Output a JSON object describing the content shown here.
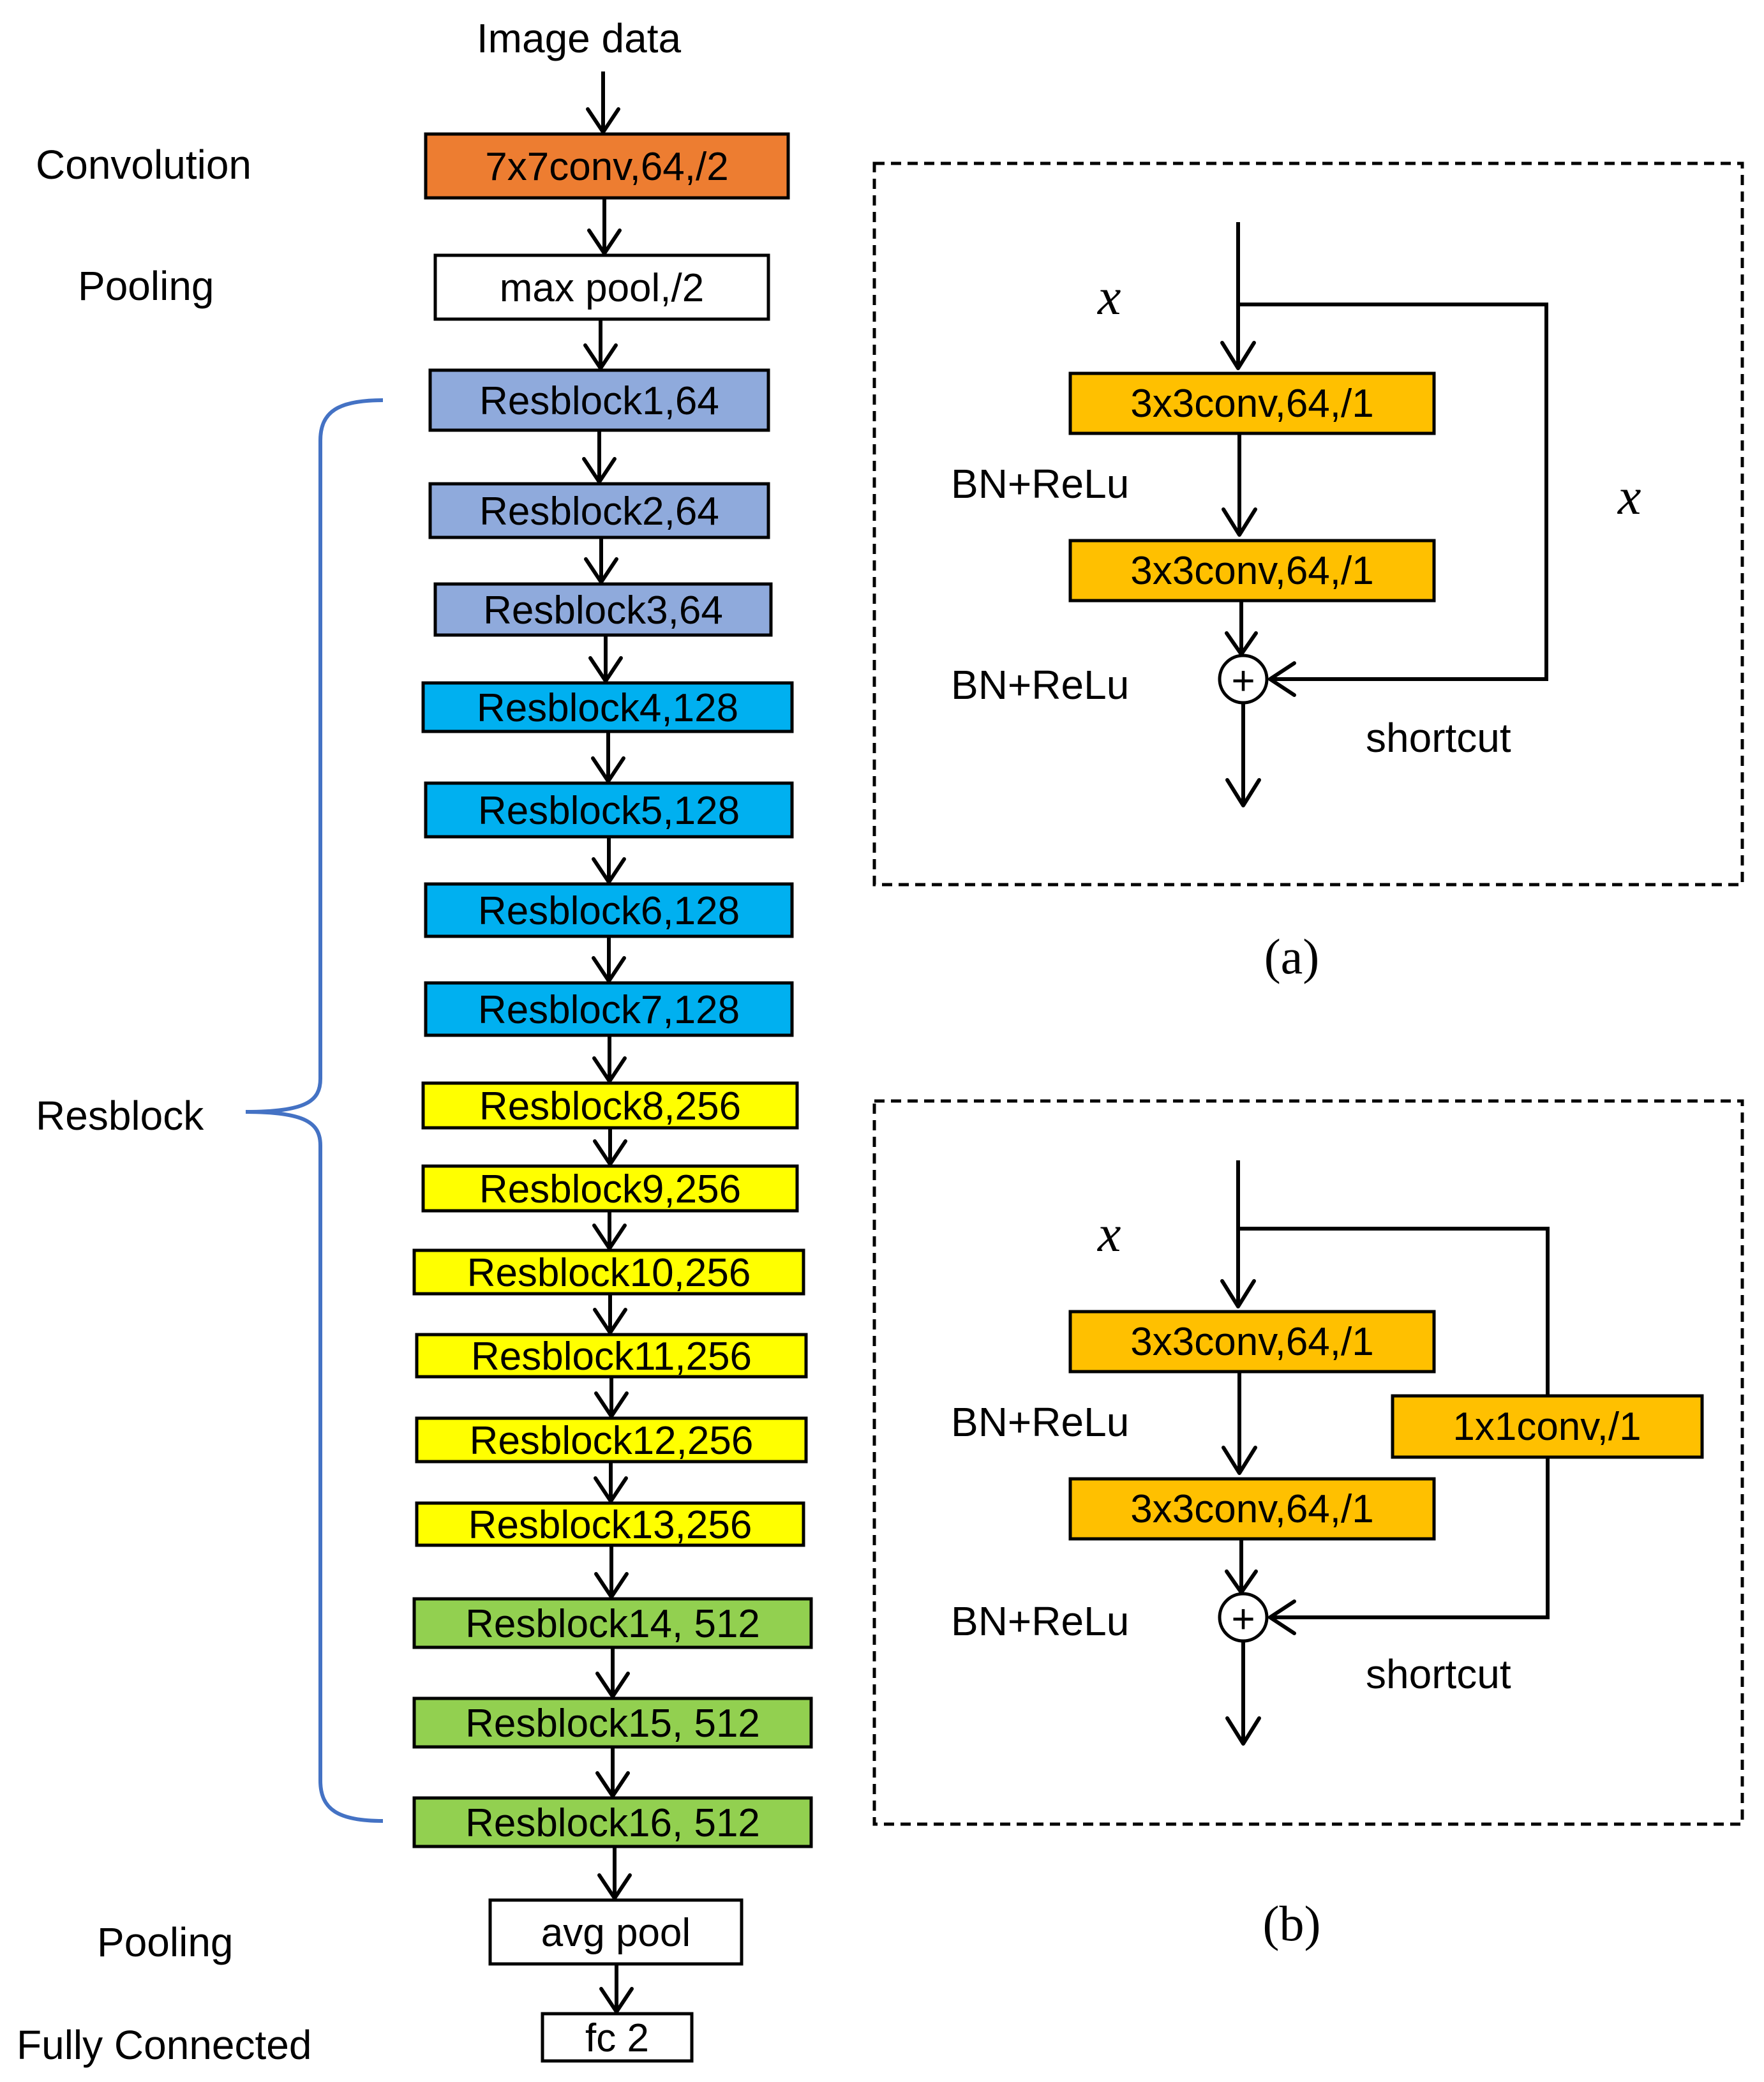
{
  "main_flow": {
    "input_label": "Image data",
    "blocks": [
      {
        "label": "7x7conv,64,/2",
        "fill": "#ed7d31"
      },
      {
        "label": "max pool,/2",
        "fill": "#ffffff"
      },
      {
        "label": "Resblock1,64",
        "fill": "#8faadc"
      },
      {
        "label": "Resblock2,64",
        "fill": "#8faadc"
      },
      {
        "label": "Resblock3,64",
        "fill": "#8faadc"
      },
      {
        "label": "Resblock4,128",
        "fill": "#00b0f0"
      },
      {
        "label": "Resblock5,128",
        "fill": "#00b0f0"
      },
      {
        "label": "Resblock6,128",
        "fill": "#00b0f0"
      },
      {
        "label": "Resblock7,128",
        "fill": "#00b0f0"
      },
      {
        "label": "Resblock8,256",
        "fill": "#ffff00"
      },
      {
        "label": "Resblock9,256",
        "fill": "#ffff00"
      },
      {
        "label": "Resblock10,256",
        "fill": "#ffff00"
      },
      {
        "label": "Resblock11,256",
        "fill": "#ffff00"
      },
      {
        "label": "Resblock12,256",
        "fill": "#ffff00"
      },
      {
        "label": "Resblock13,256",
        "fill": "#ffff00"
      },
      {
        "label": "Resblock14, 512",
        "fill": "#92d050"
      },
      {
        "label": "Resblock15, 512",
        "fill": "#92d050"
      },
      {
        "label": "Resblock16, 512",
        "fill": "#92d050"
      },
      {
        "label": "avg pool",
        "fill": "#ffffff"
      },
      {
        "label": "fc 2",
        "fill": "#ffffff"
      }
    ]
  },
  "side_labels": {
    "convolution": "Convolution",
    "pooling_top": "Pooling",
    "resblock": "Resblock",
    "pooling_bottom": "Pooling",
    "fully_connected": "Fully Connected"
  },
  "panel_a": {
    "caption": "(a)",
    "input_var": "x",
    "shortcut_var": "x",
    "conv1": "3x3conv,64,/1",
    "conv2": "3x3conv,64,/1",
    "bn1": "BN+ReLu",
    "bn2": "BN+ReLu",
    "shortcut": "shortcut",
    "sum_symbol": "+"
  },
  "panel_b": {
    "caption": "(b)",
    "input_var": "x",
    "conv1": "3x3conv,64,/1",
    "conv2": "3x3conv,64,/1",
    "shortcut_conv": "1x1conv,/1",
    "bn1": "BN+ReLu",
    "bn2": "BN+ReLu",
    "shortcut": "shortcut",
    "sum_symbol": "+"
  },
  "colors": {
    "block_fill": "#ffc000",
    "brace": "#4472c4"
  }
}
